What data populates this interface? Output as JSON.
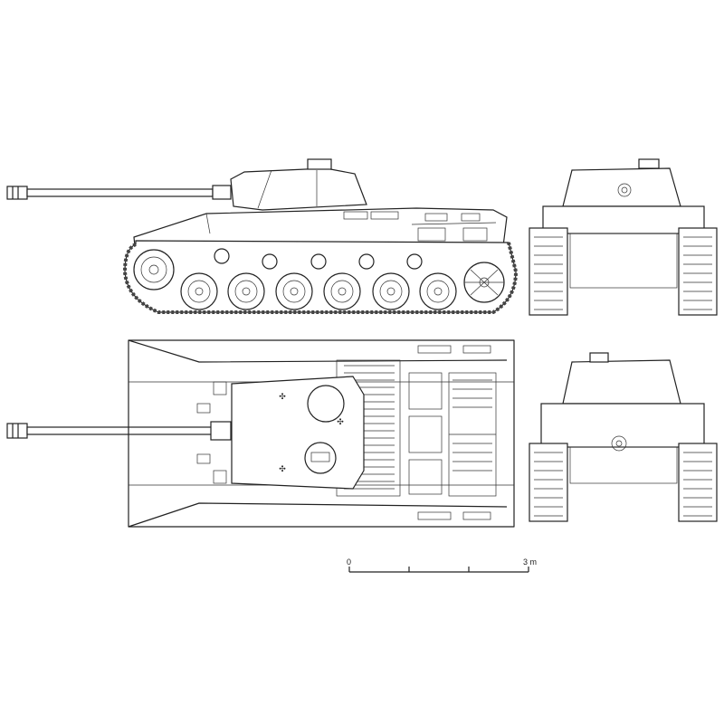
{
  "scale": {
    "start_label": "0",
    "end_label": "3 m",
    "divisions": 3
  },
  "views": [
    {
      "name": "side-view"
    },
    {
      "name": "top-view"
    },
    {
      "name": "front-view"
    },
    {
      "name": "rear-view"
    }
  ],
  "colors": {
    "line": "#222222",
    "background": "#ffffff"
  }
}
